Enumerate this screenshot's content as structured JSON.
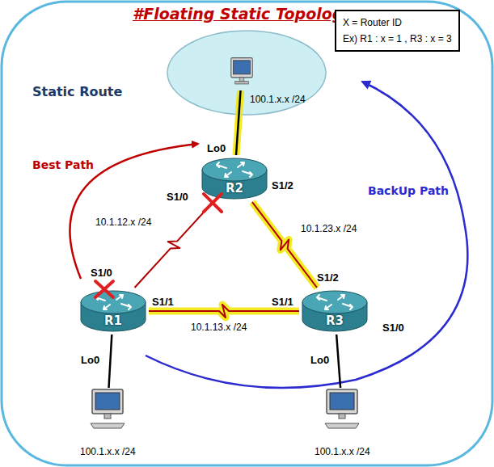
{
  "diagram": {
    "title": "#Floating Static Topology",
    "nodes": [
      {
        "text": [
          "X = Router ID",
          "Ex) R1 : x = 1 , R3 : x = 3"
        ]
      },
      {
        "text": [
          "100.1.x.x /24"
        ]
      },
      {
        "text": [
          "R2"
        ]
      },
      {
        "text": [
          "R1"
        ]
      },
      {
        "text": [
          "R3"
        ]
      },
      {
        "text": [
          "100.1.x.x /24"
        ]
      },
      {
        "text": [
          "100.1.x.x /24"
        ]
      }
    ],
    "edges": [
      {
        "from": 2,
        "to": 1,
        "arrow": "none",
        "label": "Lo0"
      },
      {
        "from": 3,
        "to": 5,
        "arrow": "none",
        "label": "Lo0"
      },
      {
        "from": 4,
        "to": 6,
        "arrow": "none",
        "label": "Lo0"
      },
      {
        "from": 3,
        "to": 2,
        "arrow": "none",
        "label": "10.1.12.x /24"
      },
      {
        "from": 2,
        "to": 4,
        "arrow": "none",
        "label": "10.1.23.x /24"
      },
      {
        "from": 3,
        "to": 4,
        "arrow": "none",
        "label": "10.1.13.x /24"
      }
    ],
    "labels": [
      "Static Route",
      "Best Path",
      "BackUp Path",
      "S1/0",
      "S1/2",
      "S1/0",
      "S1/1",
      "S1/2",
      "S1/1",
      "S1/0"
    ]
  }
}
